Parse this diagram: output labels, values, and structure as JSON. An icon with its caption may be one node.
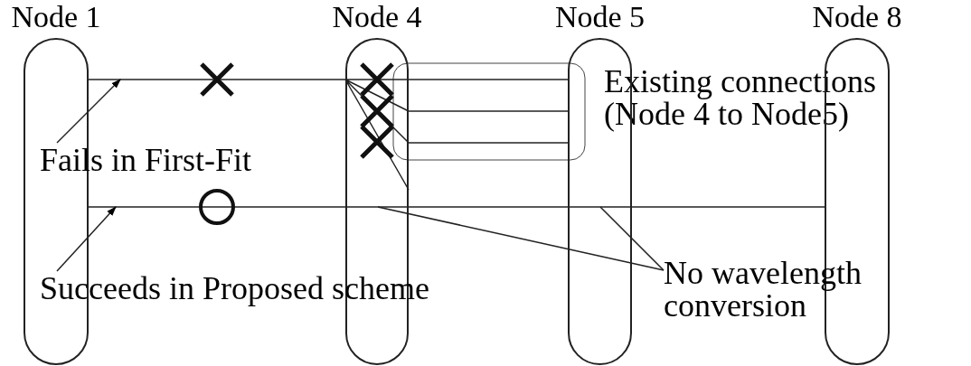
{
  "diagram": {
    "nodes": [
      {
        "text": [
          "Node 1"
        ]
      },
      {
        "text": [
          "Node 4"
        ]
      },
      {
        "text": [
          "Node 5"
        ]
      },
      {
        "text": [
          "Node 8"
        ]
      },
      {
        "text": [
          "Fails in First-Fit"
        ]
      },
      {
        "text": [
          "Succeeds in Proposed scheme"
        ]
      },
      {
        "text": [
          "No wavelength conversion"
        ]
      }
    ],
    "edges": [
      {
        "from": 0,
        "to": 1,
        "arrow": "none"
      },
      {
        "from": 1,
        "to": 2,
        "arrow": "none"
      },
      {
        "from": 1,
        "to": 2,
        "arrow": "none"
      },
      {
        "from": 1,
        "to": 2,
        "arrow": "none"
      },
      {
        "from": 0,
        "to": 1,
        "arrow": "none"
      },
      {
        "from": 1,
        "to": 2,
        "arrow": "none"
      },
      {
        "from": 2,
        "to": 3,
        "arrow": "none"
      },
      {
        "from": 4,
        "to": null,
        "arrow": "to"
      },
      {
        "from": 5,
        "to": null,
        "arrow": "to"
      },
      {
        "from": 6,
        "to": 1,
        "arrow": "none"
      },
      {
        "from": 6,
        "to": 2,
        "arrow": "none"
      }
    ],
    "labels": [
      "Existing connections (Node 4 to Node5)"
    ]
  }
}
